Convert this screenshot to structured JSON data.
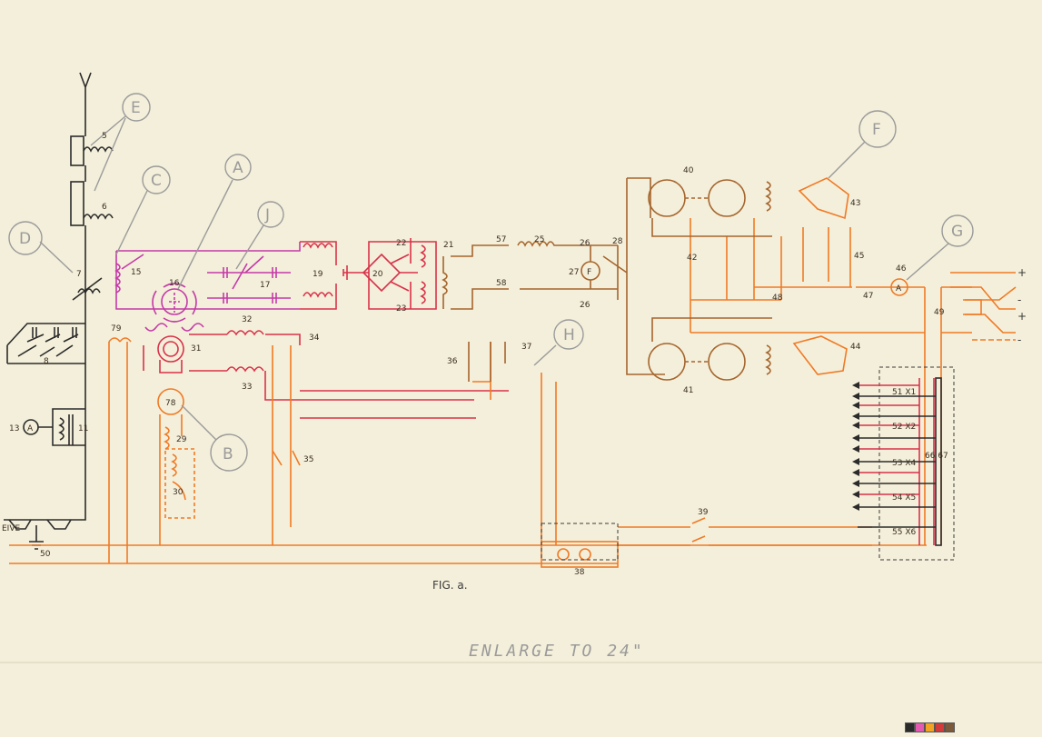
{
  "figure_caption": "FIG. a.",
  "pencil_note": "ENLARGE TO 24\"",
  "callouts": [
    "A",
    "B",
    "C",
    "D",
    "E",
    "F",
    "G",
    "H",
    "J"
  ],
  "component_numbers": [
    "5",
    "6",
    "7",
    "8",
    "11",
    "13",
    "15",
    "16",
    "17",
    "19",
    "20",
    "21",
    "22",
    "23",
    "25",
    "26",
    "26",
    "27",
    "28",
    "29",
    "30",
    "31",
    "32",
    "33",
    "34",
    "35",
    "36",
    "37",
    "38",
    "39",
    "40",
    "41",
    "42",
    "43",
    "44",
    "45",
    "46",
    "47",
    "48",
    "49",
    "50",
    "57",
    "58",
    "78",
    "79"
  ],
  "instrument_letters": {
    "ammeter_left": "A",
    "ammeter_right": "A",
    "frequency_meter": "F"
  },
  "terminal_signs": [
    "+",
    "-",
    "+",
    "-"
  ],
  "panel_labels": [
    "51 X1",
    "52 X2",
    "53 X4",
    "54 X5",
    "55 X6"
  ],
  "panel_side_label": "66 67",
  "left_edge_text": "EIVE",
  "colors": {
    "aerial_circuit": "#2b2b2b",
    "magenta_circuit": "#c43aa8",
    "red_circuit": "#d8324a",
    "orange_circuit": "#f07a25",
    "brown_circuit": "#a5652d",
    "pencil": "#9a9a9a",
    "paper": "#f4efda"
  },
  "color_strip": [
    "#2a2a2a",
    "#e35ab0",
    "#f2a326",
    "#d33b3b",
    "#7a5a3a"
  ]
}
